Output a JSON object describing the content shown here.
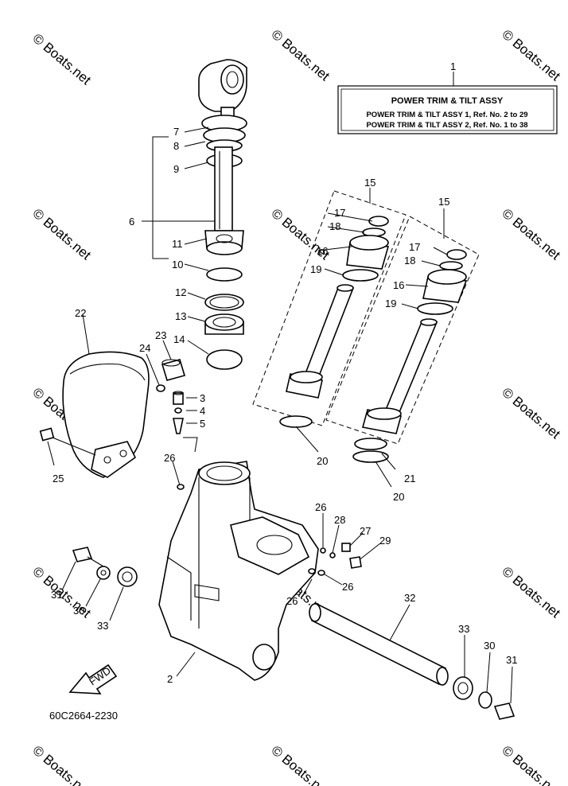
{
  "watermark": "© Boats.net",
  "ref_box": {
    "title": "POWER TRIM & TILT ASSY",
    "lines": [
      "POWER TRIM & TILT ASSY 1,  Ref. No. 2 to 29",
      "POWER TRIM & TILT ASSY 2,  Ref. No. 1 to 38"
    ]
  },
  "callouts": {
    "c1": "1",
    "c2": "2",
    "c3": "3",
    "c4": "4",
    "c5": "5",
    "c6": "6",
    "c7": "7",
    "c8": "8",
    "c9": "9",
    "c10": "10",
    "c11": "11",
    "c12": "12",
    "c13": "13",
    "c14": "14",
    "c15a": "15",
    "c15b": "15",
    "c16a": "16",
    "c16b": "16",
    "c17a": "17",
    "c17b": "17",
    "c18a": "18",
    "c18b": "18",
    "c19a": "19",
    "c19b": "19",
    "c20a": "20",
    "c20b": "20",
    "c21": "21",
    "c22": "22",
    "c23": "23",
    "c24": "24",
    "c25": "25",
    "c26a": "26",
    "c26b": "26",
    "c26c": "26",
    "c26d": "26",
    "c27": "27",
    "c28": "28",
    "c29": "29",
    "c30a": "30",
    "c30b": "30",
    "c31a": "31",
    "c31b": "31",
    "c32": "32",
    "c33a": "33",
    "c33b": "33"
  },
  "fwd_label": "FWD",
  "diagram_code": "60C2664-2230"
}
